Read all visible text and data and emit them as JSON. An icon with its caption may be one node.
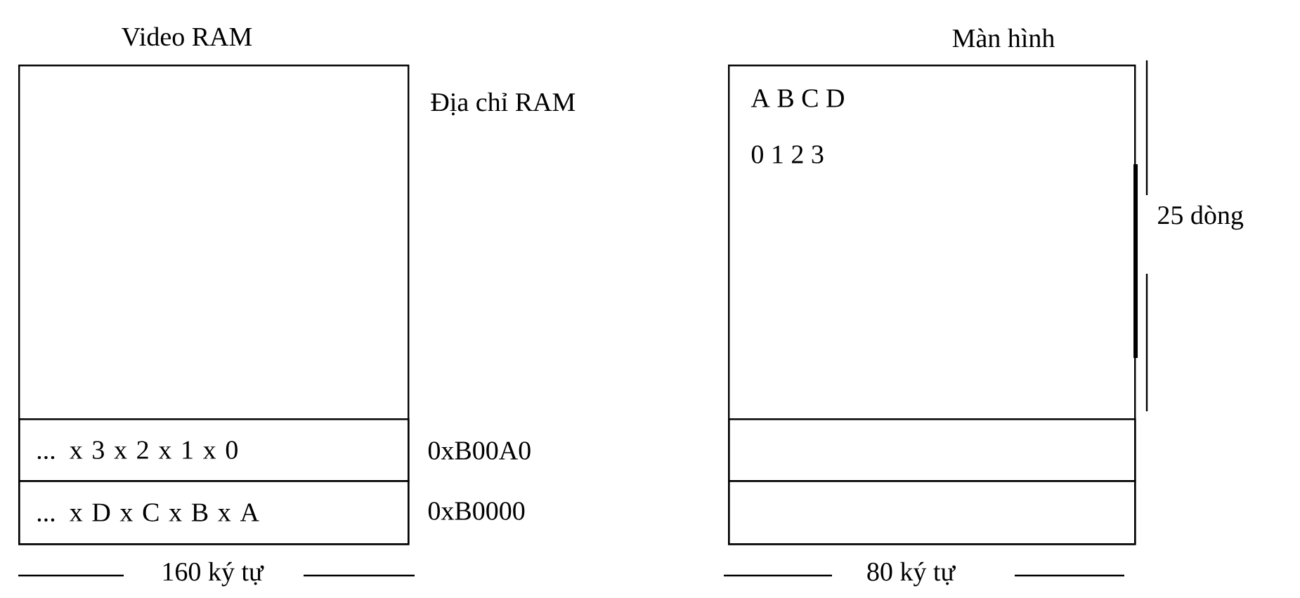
{
  "diagram": {
    "nodes": [
      {
        "text": [
          "Video RAM"
        ]
      },
      {
        "text": [
          "... x 3 x 2 x 1 x 0"
        ],
        "in": 0
      },
      {
        "text": [
          "... x D x C x B x A"
        ],
        "in": 0
      },
      {
        "text": [
          "Màn hình",
          "A B C D",
          "0 1 2 3"
        ]
      },
      {
        "text": [],
        "shape": "box",
        "in": 3
      },
      {
        "text": [],
        "shape": "box",
        "in": 3
      }
    ],
    "labels": [
      "Địa chỉ RAM",
      "25 dòng",
      "0xB00A0",
      "0xB0000",
      "160 ký tự",
      "80 ký tự"
    ]
  }
}
